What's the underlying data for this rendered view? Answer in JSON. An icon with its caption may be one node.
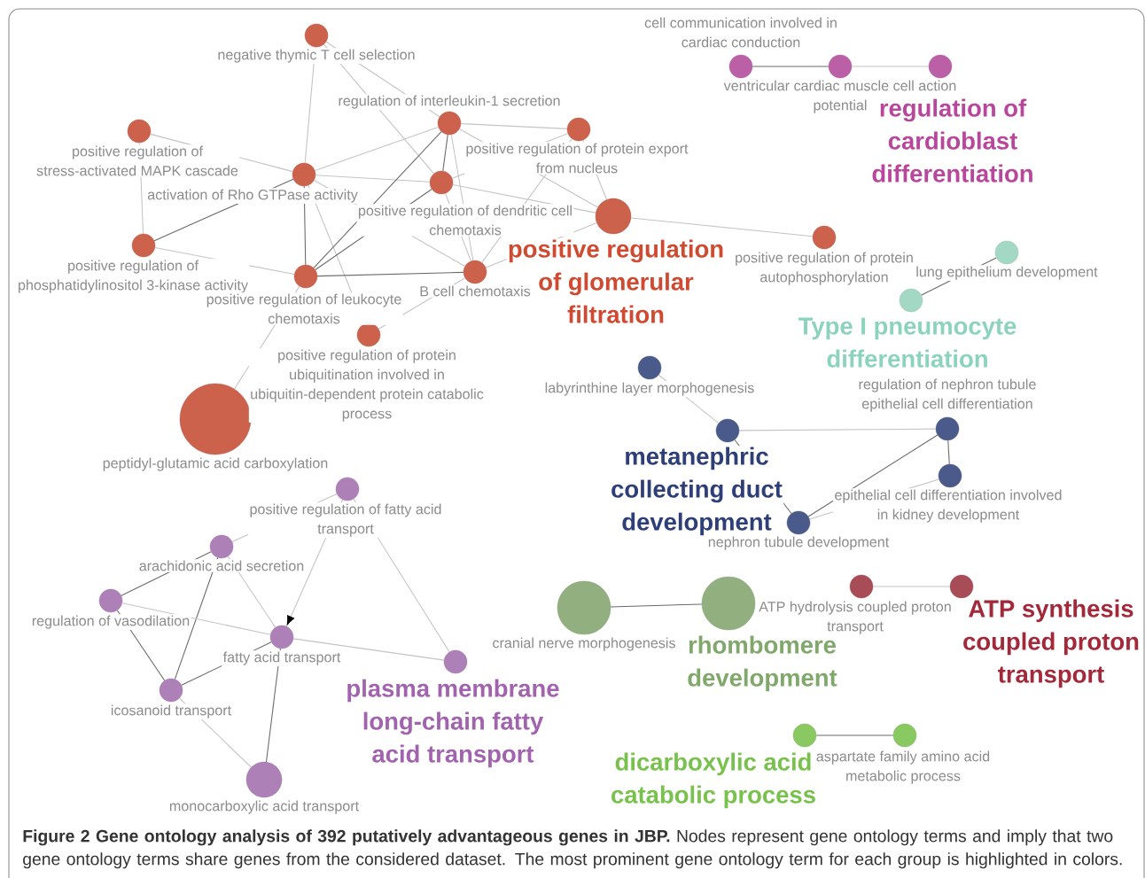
{
  "diagram": {
    "caption": "**Figure 2 Gene ontology analysis of 392 putatively advantageous genes in JBP.** Nodes represent gene ontology terms and imply that two gene ontology terms share genes from the considered dataset. The most prominent gene ontology term for each group is highlighted in colors.",
    "nodes": [
      {
        "text": [
          "negative thymic T cell selection"
        ]
      },
      {
        "text": [
          "cell communication involved in cardiac conduction"
        ]
      },
      {
        "text": [
          "ventricular cardiac muscle cell action potential"
        ]
      },
      {
        "text": [
          "regulation of cardioblast differentiation"
        ]
      },
      {
        "text": [
          "regulation of interleukin-1 secretion"
        ]
      },
      {
        "text": [
          "positive regulation of protein export from nucleus"
        ]
      },
      {
        "text": [
          "positive regulation of stress-activated MAPK cascade"
        ]
      },
      {
        "text": [
          "activation of Rho GTPase activity"
        ]
      },
      {
        "text": [
          "positive regulation of dendritic cell chemotaxis"
        ]
      },
      {
        "text": [
          "positive regulation of glomerular filtration"
        ]
      },
      {
        "text": [
          "positive regulation of protein autophosphorylation"
        ]
      },
      {
        "text": [
          "lung epithelium development"
        ]
      },
      {
        "text": [
          "positive regulation of phosphatidylinositol 3-kinase activity"
        ]
      },
      {
        "text": [
          "B cell chemotaxis"
        ]
      },
      {
        "text": [
          "positive regulation of leukocyte chemotaxis"
        ]
      },
      {
        "text": [
          "Type I pneumocyte differentiation"
        ]
      },
      {
        "text": [
          "positive regulation of protein ubiquitination involved in ubiquitin-dependent protein catabolic process"
        ]
      },
      {
        "text": [
          "labyrinthine layer morphogenesis"
        ]
      },
      {
        "text": [
          "peptidyl-glutamic acid carboxylation"
        ]
      },
      {
        "text": [
          "metanephric collecting duct development"
        ]
      },
      {
        "text": [
          "regulation of nephron tubule epithelial cell differentiation"
        ]
      },
      {
        "text": [
          "epithelial cell differentiation involved in kidney development"
        ]
      },
      {
        "text": [
          "positive regulation of fatty acid transport"
        ]
      },
      {
        "text": [
          "nephron tubule development"
        ]
      },
      {
        "text": [
          "arachidonic acid secretion"
        ]
      },
      {
        "text": [
          "ATP hydrolysis coupled proton transport"
        ]
      },
      {
        "text": [
          "ATP synthesis coupled proton transport"
        ]
      },
      {
        "text": [
          "regulation of vasodilation"
        ]
      },
      {
        "text": [
          "cranial nerve morphogenesis"
        ]
      },
      {
        "text": [
          "rhombomere development"
        ]
      },
      {
        "text": [
          "fatty acid transport"
        ]
      },
      {
        "text": [
          "plasma membrane long-chain fatty acid transport"
        ]
      },
      {
        "text": [
          "icosanoid transport"
        ]
      },
      {
        "text": [
          "dicarboxylic acid catabolic process"
        ]
      },
      {
        "text": [
          "aspartate family amino acid metabolic process"
        ]
      },
      {
        "text": [
          "monocarboxylic acid transport"
        ]
      }
    ],
    "edges": [
      {
        "from": 0,
        "to": 7,
        "arrow": "none"
      },
      {
        "from": 0,
        "to": 4,
        "arrow": "none"
      },
      {
        "from": 0,
        "to": 8,
        "arrow": "none"
      },
      {
        "from": 6,
        "to": 7,
        "arrow": "none"
      },
      {
        "from": 6,
        "to": 12,
        "arrow": "none"
      },
      {
        "from": 12,
        "to": 7,
        "arrow": "none",
        "color": "#6a6a6a"
      },
      {
        "from": 12,
        "to": 14,
        "arrow": "none"
      },
      {
        "from": 7,
        "to": 14,
        "arrow": "none",
        "color": "#6a6a6a"
      },
      {
        "from": 7,
        "to": 4,
        "arrow": "none"
      },
      {
        "from": 7,
        "to": 8,
        "arrow": "none"
      },
      {
        "from": 7,
        "to": 13,
        "arrow": "none"
      },
      {
        "from": 7,
        "to": 16,
        "arrow": "none"
      },
      {
        "from": 14,
        "to": 4,
        "arrow": "none",
        "color": "#6a6a6a"
      },
      {
        "from": 14,
        "to": 8,
        "arrow": "none",
        "color": "#6a6a6a"
      },
      {
        "from": 14,
        "to": 13,
        "arrow": "none",
        "color": "#6a6a6a"
      },
      {
        "from": 14,
        "to": 18,
        "arrow": "none"
      },
      {
        "from": 4,
        "to": 8,
        "arrow": "none",
        "color": "#6a6a6a"
      },
      {
        "from": 4,
        "to": 5,
        "arrow": "none"
      },
      {
        "from": 4,
        "to": 13,
        "arrow": "none"
      },
      {
        "from": 4,
        "to": 9,
        "arrow": "none"
      },
      {
        "from": 5,
        "to": 8,
        "arrow": "none"
      },
      {
        "from": 5,
        "to": 13,
        "arrow": "none"
      },
      {
        "from": 5,
        "to": 9,
        "arrow": "none"
      },
      {
        "from": 8,
        "to": 9,
        "arrow": "none"
      },
      {
        "from": 8,
        "to": 13,
        "arrow": "none"
      },
      {
        "from": 13,
        "to": 9,
        "arrow": "none"
      },
      {
        "from": 13,
        "to": 16,
        "arrow": "none"
      },
      {
        "from": 9,
        "to": 10,
        "arrow": "none"
      },
      {
        "from": 1,
        "to": 2,
        "arrow": "none",
        "color": "#6a6a6a"
      },
      {
        "from": 2,
        "to": 3,
        "arrow": "none"
      },
      {
        "from": 11,
        "to": 15,
        "arrow": "none",
        "color": "#6a6a6a"
      },
      {
        "from": 17,
        "to": 19,
        "arrow": "none"
      },
      {
        "from": 19,
        "to": 20,
        "arrow": "none"
      },
      {
        "from": 19,
        "to": 23,
        "arrow": "none",
        "color": "#6a6a6a"
      },
      {
        "from": 20,
        "to": 23,
        "arrow": "none",
        "color": "#6a6a6a"
      },
      {
        "from": 20,
        "to": 21,
        "arrow": "none",
        "color": "#6a6a6a"
      },
      {
        "from": 21,
        "to": 23,
        "arrow": "none"
      },
      {
        "from": 25,
        "to": 26,
        "arrow": "none"
      },
      {
        "from": 28,
        "to": 29,
        "arrow": "none",
        "color": "#6a6a6a"
      },
      {
        "from": 33,
        "to": 34,
        "arrow": "none",
        "color": "#6a6a6a"
      },
      {
        "from": 22,
        "to": 24,
        "arrow": "none"
      },
      {
        "from": 22,
        "to": 30,
        "arrow": "to"
      },
      {
        "from": 22,
        "to": 31,
        "arrow": "none"
      },
      {
        "from": 24,
        "to": 27,
        "arrow": "none",
        "color": "#6a6a6a"
      },
      {
        "from": 24,
        "to": 32,
        "arrow": "none",
        "color": "#6a6a6a"
      },
      {
        "from": 24,
        "to": 30,
        "arrow": "none"
      },
      {
        "from": 27,
        "to": 30,
        "arrow": "none"
      },
      {
        "from": 27,
        "to": 32,
        "arrow": "none",
        "color": "#6a6a6a"
      },
      {
        "from": 32,
        "to": 30,
        "arrow": "none",
        "color": "#6a6a6a"
      },
      {
        "from": 30,
        "to": 31,
        "arrow": "none"
      },
      {
        "from": 30,
        "to": 35,
        "arrow": "none",
        "color": "#6a6a6a"
      },
      {
        "from": 32,
        "to": 35,
        "arrow": "none"
      }
    ]
  }
}
